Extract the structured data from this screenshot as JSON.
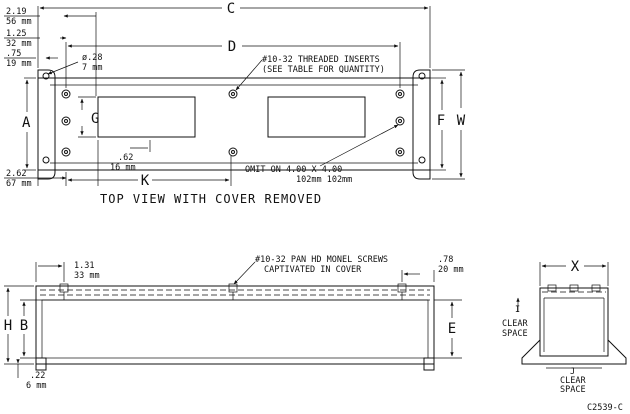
{
  "top_view": {
    "title": "TOP VIEW WITH COVER REMOVED",
    "dims": {
      "c": "C",
      "d": "D",
      "a": "A",
      "f": "F",
      "w": "W",
      "g": "G",
      "k": "K",
      "d219_in": "2.19",
      "d219_mm": "56 mm",
      "d125_in": "1.25",
      "d125_mm": "32 mm",
      "d75_in": ".75",
      "d75_mm": "19 mm",
      "d262_in": "2.62",
      "d262_mm": "67 mm",
      "d62_in": ".62",
      "d62_mm": "16 mm",
      "hole_in": "ø.28",
      "hole_mm": "7 mm"
    },
    "note_inserts_1": "#10-32 THREADED INSERTS",
    "note_inserts_2": "(SEE TABLE FOR QUANTITY)",
    "note_omit": "OMIT ON 4.00 X 4.00",
    "note_omit_mm": "102mm   102mm"
  },
  "front_view": {
    "dims": {
      "h": "H",
      "b": "B",
      "e": "E",
      "d131_in": "1.31",
      "d131_mm": "33 mm",
      "d78_in": ".78",
      "d78_mm": "20 mm",
      "d22_in": ".22",
      "d22_mm": "6 mm"
    },
    "note_screws_1": "#10-32 PAN HD MONEL SCREWS",
    "note_screws_2": "CAPTIVATED IN COVER"
  },
  "end_view": {
    "x": "X",
    "clear": "CLEAR",
    "space": "SPACE",
    "i": "I",
    "j": "J"
  },
  "drawing_number": "C2539-C"
}
